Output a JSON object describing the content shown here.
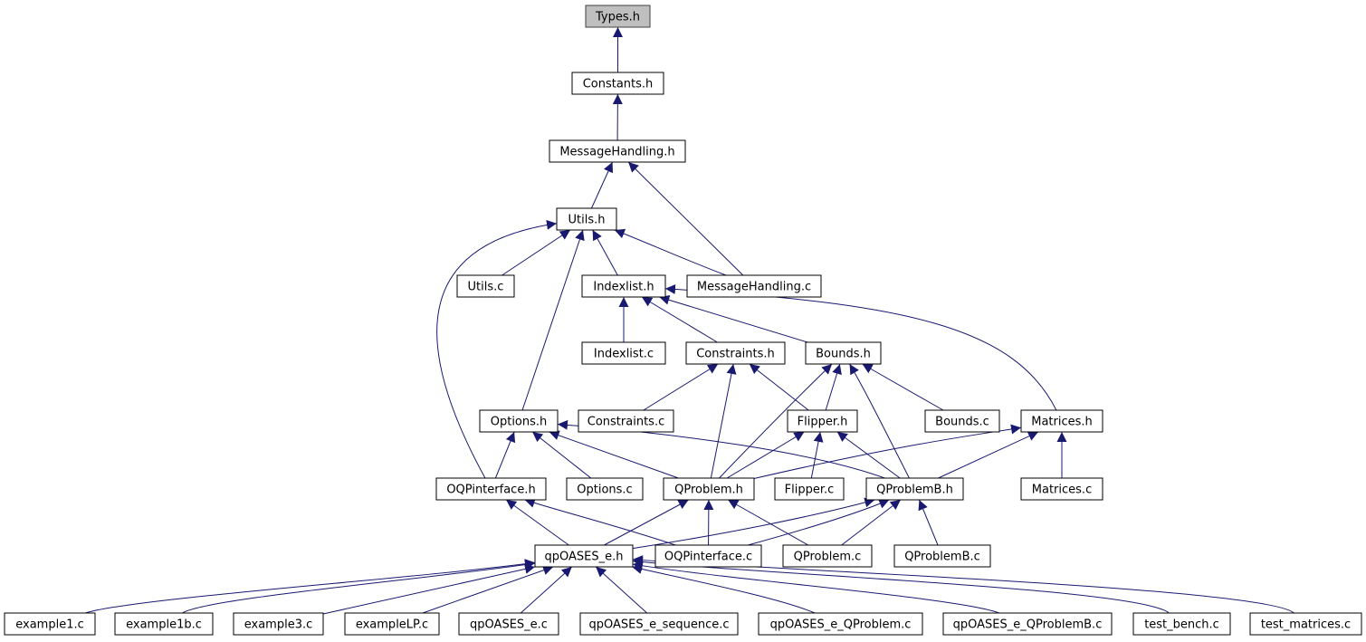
{
  "nodes": [
    {
      "id": "types_h",
      "label": "Types.h",
      "root": true
    },
    {
      "id": "constants_h",
      "label": "Constants.h"
    },
    {
      "id": "messagehandling_h",
      "label": "MessageHandling.h"
    },
    {
      "id": "utils_h",
      "label": "Utils.h"
    },
    {
      "id": "utils_c",
      "label": "Utils.c"
    },
    {
      "id": "indexlist_h",
      "label": "Indexlist.h"
    },
    {
      "id": "messagehandling_c",
      "label": "MessageHandling.c"
    },
    {
      "id": "indexlist_c",
      "label": "Indexlist.c"
    },
    {
      "id": "constraints_h",
      "label": "Constraints.h"
    },
    {
      "id": "bounds_h",
      "label": "Bounds.h"
    },
    {
      "id": "options_h",
      "label": "Options.h"
    },
    {
      "id": "constraints_c",
      "label": "Constraints.c"
    },
    {
      "id": "flipper_h",
      "label": "Flipper.h"
    },
    {
      "id": "bounds_c",
      "label": "Bounds.c"
    },
    {
      "id": "matrices_h",
      "label": "Matrices.h"
    },
    {
      "id": "oqpinterface_h",
      "label": "OQPinterface.h"
    },
    {
      "id": "options_c",
      "label": "Options.c"
    },
    {
      "id": "qproblem_h",
      "label": "QProblem.h"
    },
    {
      "id": "flipper_c",
      "label": "Flipper.c"
    },
    {
      "id": "qproblemb_h",
      "label": "QProblemB.h"
    },
    {
      "id": "matrices_c",
      "label": "Matrices.c"
    },
    {
      "id": "qpoases_e_h",
      "label": "qpOASES_e.h"
    },
    {
      "id": "oqpinterface_c",
      "label": "OQPinterface.c"
    },
    {
      "id": "qproblem_c",
      "label": "QProblem.c"
    },
    {
      "id": "qproblemb_c",
      "label": "QProblemB.c"
    },
    {
      "id": "example1_c",
      "label": "example1.c"
    },
    {
      "id": "example1b_c",
      "label": "example1b.c"
    },
    {
      "id": "example3_c",
      "label": "example3.c"
    },
    {
      "id": "examplelp_c",
      "label": "exampleLP.c"
    },
    {
      "id": "qpoases_e_c",
      "label": "qpOASES_e.c"
    },
    {
      "id": "qpoases_e_sequence_c",
      "label": "qpOASES_e_sequence.c"
    },
    {
      "id": "qpoases_e_qproblem_c",
      "label": "qpOASES_e_QProblem.c"
    },
    {
      "id": "qpoases_e_qproblemb_c",
      "label": "qpOASES_e_QProblemB.c"
    },
    {
      "id": "test_bench_c",
      "label": "test_bench.c"
    },
    {
      "id": "test_matrices_c",
      "label": "test_matrices.c"
    }
  ],
  "edges": [
    [
      "constants_h",
      "types_h"
    ],
    [
      "messagehandling_h",
      "constants_h"
    ],
    [
      "utils_h",
      "messagehandling_h"
    ],
    [
      "messagehandling_c",
      "messagehandling_h"
    ],
    [
      "utils_c",
      "utils_h"
    ],
    [
      "indexlist_h",
      "utils_h"
    ],
    [
      "messagehandling_c",
      "utils_h"
    ],
    [
      "options_h",
      "utils_h"
    ],
    [
      "oqpinterface_h",
      "utils_h"
    ],
    [
      "indexlist_c",
      "indexlist_h"
    ],
    [
      "constraints_h",
      "indexlist_h"
    ],
    [
      "bounds_h",
      "indexlist_h"
    ],
    [
      "matrices_h",
      "indexlist_h"
    ],
    [
      "constraints_c",
      "constraints_h"
    ],
    [
      "flipper_h",
      "constraints_h"
    ],
    [
      "qproblem_h",
      "constraints_h"
    ],
    [
      "flipper_h",
      "bounds_h"
    ],
    [
      "bounds_c",
      "bounds_h"
    ],
    [
      "qproblem_h",
      "bounds_h"
    ],
    [
      "qproblemb_h",
      "bounds_h"
    ],
    [
      "oqpinterface_h",
      "options_h"
    ],
    [
      "options_c",
      "options_h"
    ],
    [
      "qproblem_h",
      "options_h"
    ],
    [
      "qproblemb_h",
      "options_h"
    ],
    [
      "qproblem_h",
      "flipper_h"
    ],
    [
      "flipper_c",
      "flipper_h"
    ],
    [
      "qproblemb_h",
      "flipper_h"
    ],
    [
      "qproblem_h",
      "matrices_h"
    ],
    [
      "qproblemb_h",
      "matrices_h"
    ],
    [
      "matrices_c",
      "matrices_h"
    ],
    [
      "qpoases_e_h",
      "oqpinterface_h"
    ],
    [
      "oqpinterface_c",
      "oqpinterface_h"
    ],
    [
      "qpoases_e_h",
      "qproblem_h"
    ],
    [
      "oqpinterface_c",
      "qproblem_h"
    ],
    [
      "qproblem_c",
      "qproblem_h"
    ],
    [
      "qpoases_e_h",
      "qproblemb_h"
    ],
    [
      "oqpinterface_c",
      "qproblemb_h"
    ],
    [
      "qproblem_c",
      "qproblemb_h"
    ],
    [
      "qproblemb_c",
      "qproblemb_h"
    ],
    [
      "example1_c",
      "qpoases_e_h"
    ],
    [
      "example1b_c",
      "qpoases_e_h"
    ],
    [
      "example3_c",
      "qpoases_e_h"
    ],
    [
      "examplelp_c",
      "qpoases_e_h"
    ],
    [
      "qpoases_e_c",
      "qpoases_e_h"
    ],
    [
      "qpoases_e_sequence_c",
      "qpoases_e_h"
    ],
    [
      "qpoases_e_qproblem_c",
      "qpoases_e_h"
    ],
    [
      "qpoases_e_qproblemb_c",
      "qpoases_e_h"
    ],
    [
      "test_bench_c",
      "qpoases_e_h"
    ],
    [
      "test_matrices_c",
      "qpoases_e_h"
    ]
  ],
  "colors": {
    "edge": "#191970",
    "node_border": "#000000",
    "root_fill": "#bfbfbf"
  }
}
